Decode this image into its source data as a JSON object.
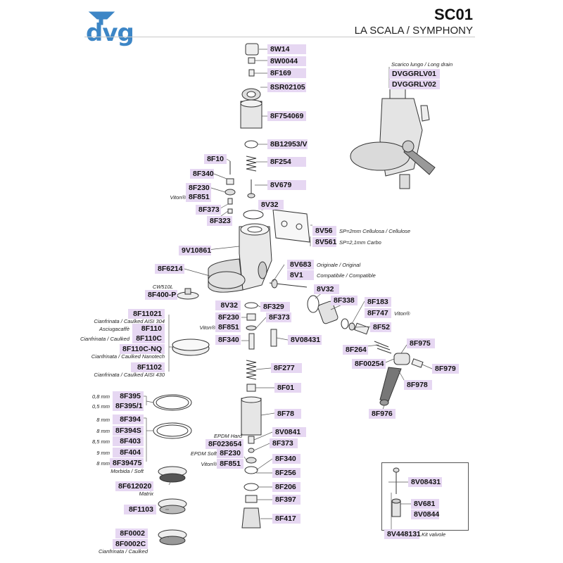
{
  "header": {
    "brand": "dvg",
    "model": "SC01",
    "subtitle": "LA SCALA / SYMPHONY"
  },
  "parts": {
    "p8W14": "8W14",
    "p8W0044": "8W0044",
    "p8F169": "8F169",
    "p8SR02105": "8SR02105",
    "p8F754069": "8F754069",
    "p8B12953V": "8B12953/V",
    "p8F254": "8F254",
    "p8V679": "8V679",
    "p8V32a": "8V32",
    "p8V56": "8V56",
    "p8V561": "8V561",
    "p8F10": "8F10",
    "p8F340a": "8F340",
    "p8F230a": "8F230",
    "p8F851a": "8F851",
    "p8F373a": "8F373",
    "p8F323": "8F323",
    "p9V10861": "9V10861",
    "p8F6214": "8F6214",
    "p8F400P": "8F400-P",
    "pDVGGRLV01": "DVGGRLV01",
    "pDVGGRLV02": "DVGGRLV02",
    "p8V683": "8V683",
    "p8V1": "8V1",
    "p8V32b": "8V32",
    "p8F338": "8F338",
    "p8F183": "8F183",
    "p8F747": "8F747",
    "p8F52": "8F52",
    "p8F264": "8F264",
    "p8F975": "8F975",
    "p8F00254": "8F00254",
    "p8F979": "8F979",
    "p8F978": "8F978",
    "p8F976": "8F976",
    "p8V32c": "8V32",
    "p8F329": "8F329",
    "p8F230b": "8F230",
    "p8F373b": "8F373",
    "p8F851b": "8F851",
    "p8F340b": "8F340",
    "p8V08431a": "8V08431",
    "p8F277": "8F277",
    "p8F01": "8F01",
    "p8F78": "8F78",
    "p8V0841": "8V0841",
    "p8F023654": "8F023654",
    "p8F373c": "8F373",
    "p8F230c": "8F230",
    "p8F340c": "8F340",
    "p8F851c": "8F851",
    "p8F256": "8F256",
    "p8F206": "8F206",
    "p8F397": "8F397",
    "p8F417": "8F417",
    "p8F11021": "8F11021",
    "p8F110": "8F110",
    "p8F110C": "8F110C",
    "p8F110CNQ": "8F110C-NQ",
    "p8F1102": "8F1102",
    "p8F395": "8F395",
    "p8F3951": "8F395/1",
    "p8F394": "8F394",
    "p8F394S": "8F394S",
    "p8F403": "8F403",
    "p8F404": "8F404",
    "p8F39475": "8F39475",
    "p8F612020": "8F612020",
    "p8F1103": "8F1103",
    "p8F0002": "8F0002",
    "p8F0002C": "8F0002C",
    "p8V08431b": "8V08431",
    "p8V681": "8V681",
    "p8V0844": "8V0844",
    "p8V448131": "8V448131"
  },
  "notes": {
    "viton1": "Viton®",
    "sp2mm": "SP=2mm Cellulosa / Cellulose",
    "sp21mm": "SP=2,1mm  Carbo",
    "cw510l": "CW510L",
    "longdrain": "Scarico lungo / Long drain",
    "originale": "Originale / Original",
    "compatibile": "Compatibile / Compatible",
    "viton2": "Viton®",
    "viton3": "Viton®",
    "ciaisi304": "Cianfrinata / Caulked AISI 304",
    "asciuga": "Asciugacaffè",
    "caulked1": "Cianfrinata / Caulked",
    "nanotech": "Cianfrinata / Caulked Nanotech",
    "aisi430": "Cianfrinata / Caulked AISI 430",
    "mm08": "0,8 mm",
    "mm05": "0,5 mm",
    "mm8a": "8 mm",
    "mm8b": "8 mm",
    "mm85": "8,5 mm",
    "mm9": "9 mm",
    "mm8c": "8 mm",
    "morbida": "Morbida / Soft",
    "matrix": "Matrix",
    "epdmhard": "EPDM Hard",
    "epdmsoft": "EPDM Soft",
    "viton4": "Viton®",
    "kitvalvole": "Kit valvole",
    "caulked2": "Cianfrinata / Caulked"
  },
  "colors": {
    "label_bg": "#e6d7f2",
    "brand_blue": "#3d86c6"
  }
}
